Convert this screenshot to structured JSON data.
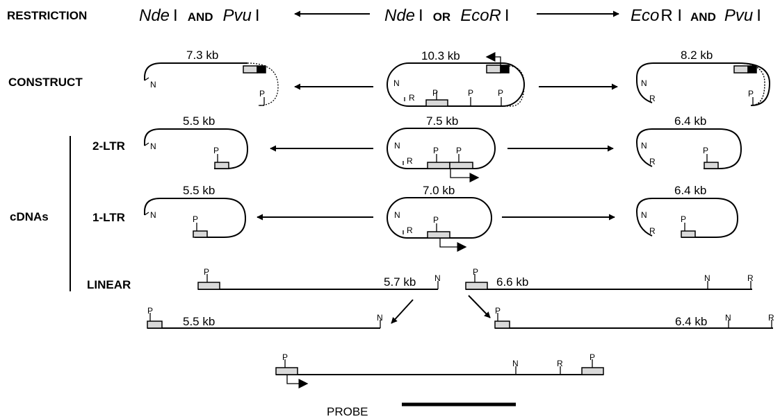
{
  "header": {
    "restriction": "RESTRICTION",
    "left_enzyme1": "Nde",
    "left_suffix1": "I",
    "left_and": "AND",
    "left_enzyme2": "Pvu",
    "left_suffix2": "I",
    "center_enzyme1": "Nde",
    "center_suffix1": "I",
    "center_or": "OR",
    "center_enzyme2": "EcoR",
    "center_suffix2": "I",
    "right_enzyme1": "Eco",
    "right_suffix1": "R I",
    "right_and": "AND",
    "right_enzyme2": "Pvu",
    "right_suffix2": "I"
  },
  "row_labels": {
    "construct": "CONSTRUCT",
    "two_ltr": "2-LTR",
    "cdnas": "cDNAs",
    "one_ltr": "1-LTR",
    "linear": "LINEAR"
  },
  "sizes": {
    "construct_left": "7.3 kb",
    "construct_center": "10.3 kb",
    "construct_right": "8.2 kb",
    "two_ltr_left": "5.5 kb",
    "two_ltr_center": "7.5 kb",
    "two_ltr_right": "6.4 kb",
    "one_ltr_left": "5.5 kb",
    "one_ltr_center": "7.0 kb",
    "one_ltr_right": "6.4 kb",
    "linear_left": "5.7 kb",
    "linear_right": "6.6 kb",
    "product_left": "5.5 kb",
    "product_right_kb": "6.4 kb"
  },
  "site_labels": {
    "nde": "N",
    "pvu": "P",
    "ecor": "R"
  },
  "probe": {
    "label": "PROBE"
  }
}
